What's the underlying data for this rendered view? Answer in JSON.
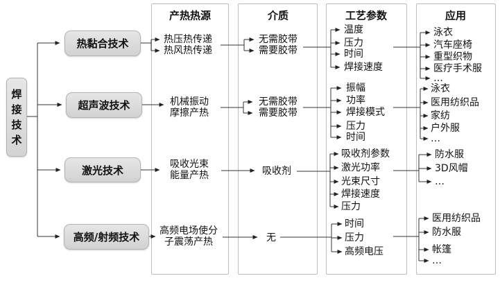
{
  "root_label": "焊接技术",
  "column_headers": {
    "heat_source": "产热热源",
    "medium": "介质",
    "parameters": "工艺参数",
    "applications": "应用"
  },
  "branches": [
    {
      "tech": "热黏合技术",
      "heat_source": [
        "热压热传递",
        "热风热传递"
      ],
      "medium": [
        "无需胶带",
        "需要胶带"
      ],
      "parameters": [
        "温度",
        "压力",
        "时间",
        "焊接速度"
      ],
      "applications": [
        "泳衣",
        "汽车座椅",
        "重型织物",
        "医疗手术服",
        "…"
      ]
    },
    {
      "tech": "超声波技术",
      "heat_source": [
        "机械振动\n摩擦产热"
      ],
      "medium": [
        "无需胶带",
        "需要胶带"
      ],
      "parameters": [
        "振幅",
        "功率",
        "焊接模式",
        "压力",
        "时间"
      ],
      "applications": [
        "泳衣",
        "医用纺织品",
        "家纺",
        "户外服",
        "…"
      ]
    },
    {
      "tech": "激光技术",
      "heat_source": [
        "吸收光束\n能量产热"
      ],
      "medium": [
        "吸收剂"
      ],
      "parameters": [
        "吸收剂参数",
        "激光功率",
        "光束尺寸",
        "焊接速度",
        "压力"
      ],
      "applications": [
        "防水服",
        "3D风帽",
        "…"
      ]
    },
    {
      "tech": "高频/射频技术",
      "heat_source": [
        "高频电场使分\n子震荡产热"
      ],
      "medium": [
        "无"
      ],
      "parameters": [
        "时间",
        "压力",
        "高频电压"
      ],
      "applications": [
        "医用纺织品",
        "防水服",
        "帐篷",
        "…"
      ]
    }
  ]
}
